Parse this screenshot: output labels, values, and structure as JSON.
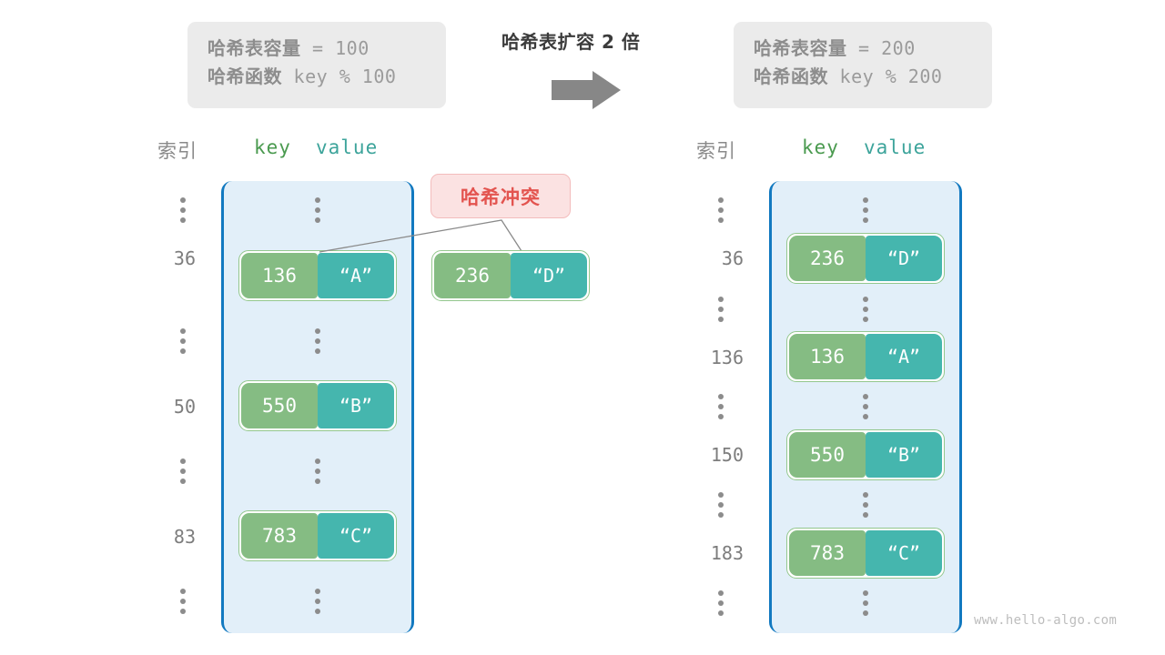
{
  "diagram": {
    "title": "哈希表扩容 2 倍",
    "arrow_icon": "right-arrow-icon",
    "watermark": "www.hello-algo.com"
  },
  "before": {
    "capacity_label": "哈希表容量",
    "capacity_value": " = 100",
    "hash_label": "哈希函数",
    "hash_value": " key % 100",
    "header_index": "索引",
    "header_key": "key",
    "header_value": "value",
    "rows": [
      {
        "kind": "dots",
        "index": ""
      },
      {
        "kind": "entry",
        "index": "36",
        "key": "136",
        "value": "“A”"
      },
      {
        "kind": "dots",
        "index": ""
      },
      {
        "kind": "entry",
        "index": "50",
        "key": "550",
        "value": "“B”"
      },
      {
        "kind": "dots",
        "index": ""
      },
      {
        "kind": "entry",
        "index": "83",
        "key": "783",
        "value": "“C”"
      },
      {
        "kind": "dots",
        "index": ""
      }
    ]
  },
  "collision": {
    "label": "哈希冲突",
    "orphan_key": "236",
    "orphan_value": "“D”"
  },
  "after": {
    "capacity_label": "哈希表容量",
    "capacity_value": " = 200",
    "hash_label": "哈希函数",
    "hash_value": " key % 200",
    "header_index": "索引",
    "header_key": "key",
    "header_value": "value",
    "rows": [
      {
        "kind": "dots",
        "index": ""
      },
      {
        "kind": "entry",
        "index": "36",
        "key": "236",
        "value": "“D”"
      },
      {
        "kind": "dots",
        "index": ""
      },
      {
        "kind": "entry",
        "index": "136",
        "key": "136",
        "value": "“A”"
      },
      {
        "kind": "dots",
        "index": ""
      },
      {
        "kind": "entry",
        "index": "150",
        "key": "550",
        "value": "“B”"
      },
      {
        "kind": "dots",
        "index": ""
      },
      {
        "kind": "entry",
        "index": "183",
        "key": "783",
        "value": "“C”"
      },
      {
        "kind": "dots",
        "index": ""
      }
    ]
  },
  "colors": {
    "key_cell": "#85bc83",
    "value_cell": "#45b6ae",
    "bucket_bg": "#e2eff9",
    "bucket_border": "#1279c0",
    "collision_bg": "#fbe2e2",
    "collision_text": "#e3544f",
    "info_bg": "#ebebeb"
  }
}
